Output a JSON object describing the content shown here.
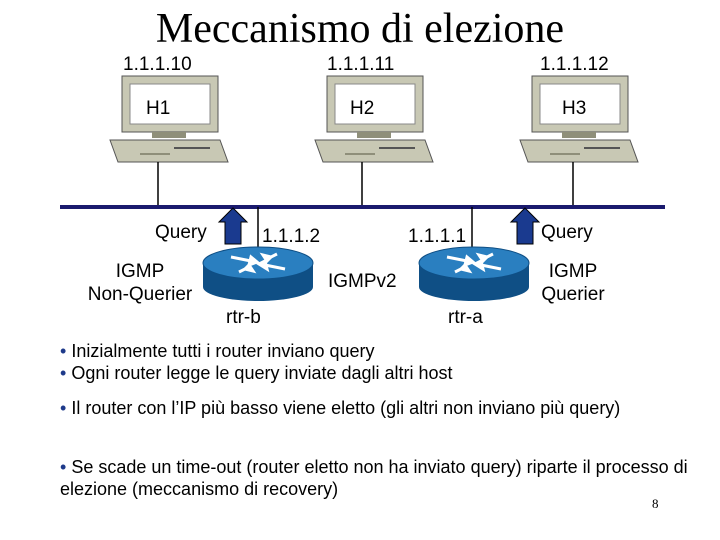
{
  "title": "Meccanismo di elezione",
  "hosts": [
    {
      "name": "H1",
      "ip": "1.1.1.10"
    },
    {
      "name": "H2",
      "ip": "1.1.1.11"
    },
    {
      "name": "H3",
      "ip": "1.1.1.12"
    }
  ],
  "routers": {
    "left": {
      "name": "rtr-b",
      "ip": "1.1.1.2",
      "arrow_label": "Query",
      "role": "IGMP\nNon-Querier"
    },
    "right": {
      "name": "rtr-a",
      "ip": "1.1.1.1",
      "arrow_label": "Query",
      "role": "IGMP\nQuerier"
    }
  },
  "protocol_label": "IGMPv2",
  "bullets": [
    "Inizialmente tutti i router inviano query",
    "Ogni router legge le query inviate dagli altri host",
    "Il router con l’IP più basso viene eletto (gli altri non inviano più query)",
    "Se scade un time-out (router eletto non ha inviato query) riparte il processo di elezione (meccanismo di recovery)"
  ],
  "page_number": "8",
  "colors": {
    "monitor": "#c8c8b4",
    "monitor_dark": "#8f8f7a",
    "screen": "#ffffff",
    "router_top": "#2a7fc0",
    "router_side": "#0f4f85",
    "arrow_fill": "#1a3a8f",
    "bullet": "#1e3a8a"
  }
}
